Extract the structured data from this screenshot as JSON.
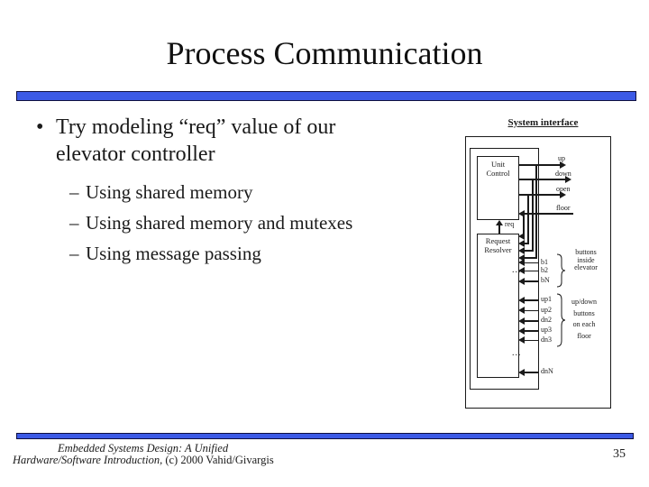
{
  "slide": {
    "title": "Process Communication",
    "page_number": "35",
    "accent_color": "#3c5ae6",
    "accent_border_color": "#101040",
    "text_color": "#1a1a1a"
  },
  "bullets": {
    "main_marker": "•",
    "main": "Try modeling “req” value of our elevator controller",
    "sub_marker": "–",
    "sub": [
      "Using shared memory",
      "Using shared memory and mutexes",
      "Using message passing"
    ]
  },
  "footer": {
    "line1": "Embedded Systems Design: A Unified",
    "line2_italic": "Hardware/Software Introduction,",
    "line2_plain": " (c) 2000 Vahid/Givargis"
  },
  "diagram": {
    "title": "System interface",
    "unit_control": [
      "Unit",
      "Control"
    ],
    "request_resolver": [
      "Request",
      "Resolver"
    ],
    "labels": {
      "up": "up",
      "down": "down",
      "open": "open",
      "floor": "floor",
      "req": "req",
      "b1": "b1",
      "b2": "b2",
      "bN": "bN",
      "up1": "up1",
      "up2": "up2",
      "dn2": "dn2",
      "up3": "up3",
      "dn3": "dn3",
      "dnN": "dnN"
    },
    "ellipsis": "...",
    "caption_inside": [
      "buttons",
      "inside",
      "elevator"
    ],
    "caption_floor": [
      "up/down",
      "buttons",
      "on each",
      "floor"
    ]
  }
}
